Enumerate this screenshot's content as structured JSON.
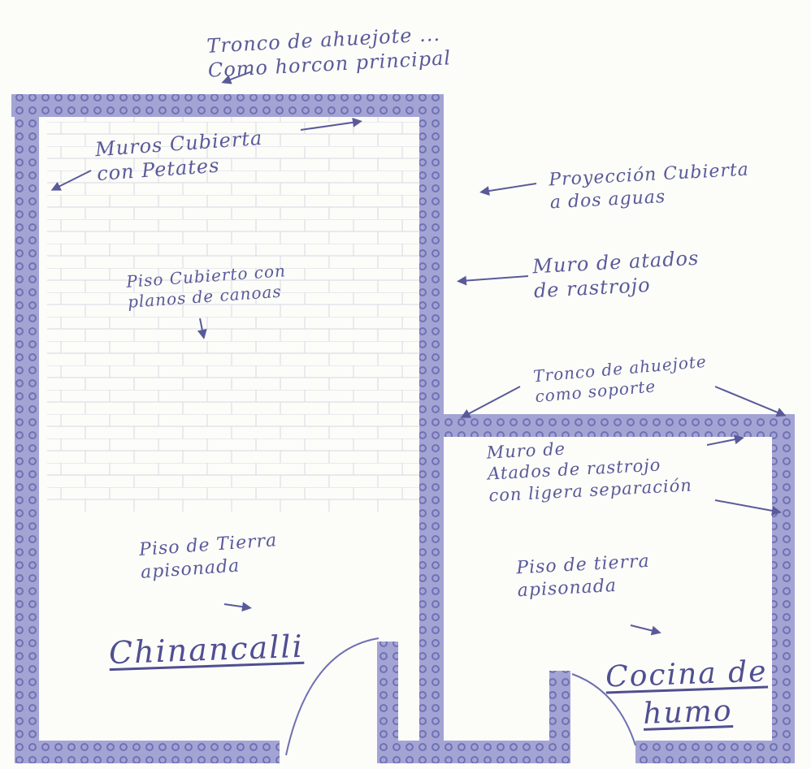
{
  "labels": {
    "tronco_principal": "Tronco de ahuejote ...\nComo horcon principal",
    "muro_cubierta": "Muros Cubierta\ncon Petates",
    "proyeccion": "Proyección Cubierta\na dos aguas",
    "piso_cubierto": "Piso Cubierto con\nplanos de canoas",
    "muro_atados": "Muro de atados\nde rastrojo",
    "tronco_soporte": "Tronco de ahuejote\ncomo soporte",
    "muro_ligera": "Muro de\nAtados de rastrojo\ncon ligera separación",
    "piso_tierra_1": "Piso de Tierra\napisonada",
    "piso_tierra_2": "Piso de tierra\napisonada"
  },
  "rooms": {
    "chinancalli": "Chinancalli",
    "cocina": "Cocina de\nhumo"
  },
  "colors": {
    "wall": "#7e7fc0",
    "wall_fill": "#a7a8d6",
    "ink": "#5a5a9a",
    "paper": "#fcfcf9"
  }
}
